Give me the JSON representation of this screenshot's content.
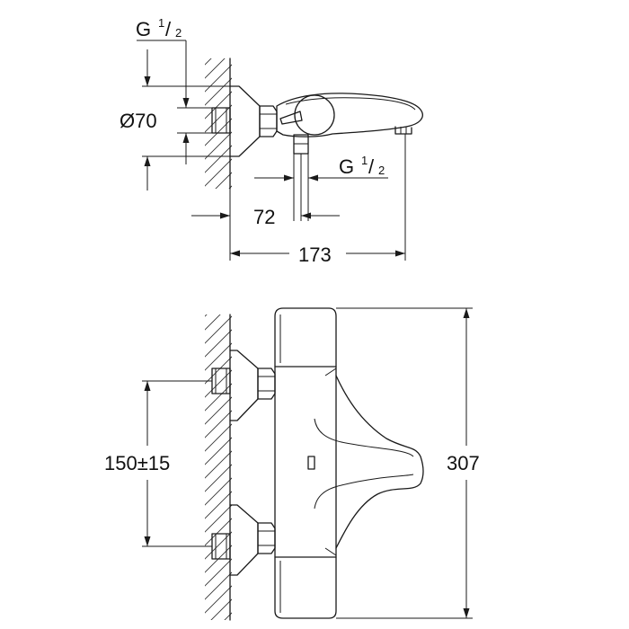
{
  "top_view": {
    "thread_top": {
      "main": "G",
      "num": "1",
      "den": "2"
    },
    "thread_bottom": {
      "main": "G",
      "num": "1",
      "den": "2"
    },
    "diameter": "Ø70",
    "dim_72": "72",
    "dim_173": "173"
  },
  "front_view": {
    "dim_height": "307",
    "dim_spacing": "150±15"
  },
  "colors": {
    "line": "#1a1a1a",
    "background": "#ffffff"
  }
}
